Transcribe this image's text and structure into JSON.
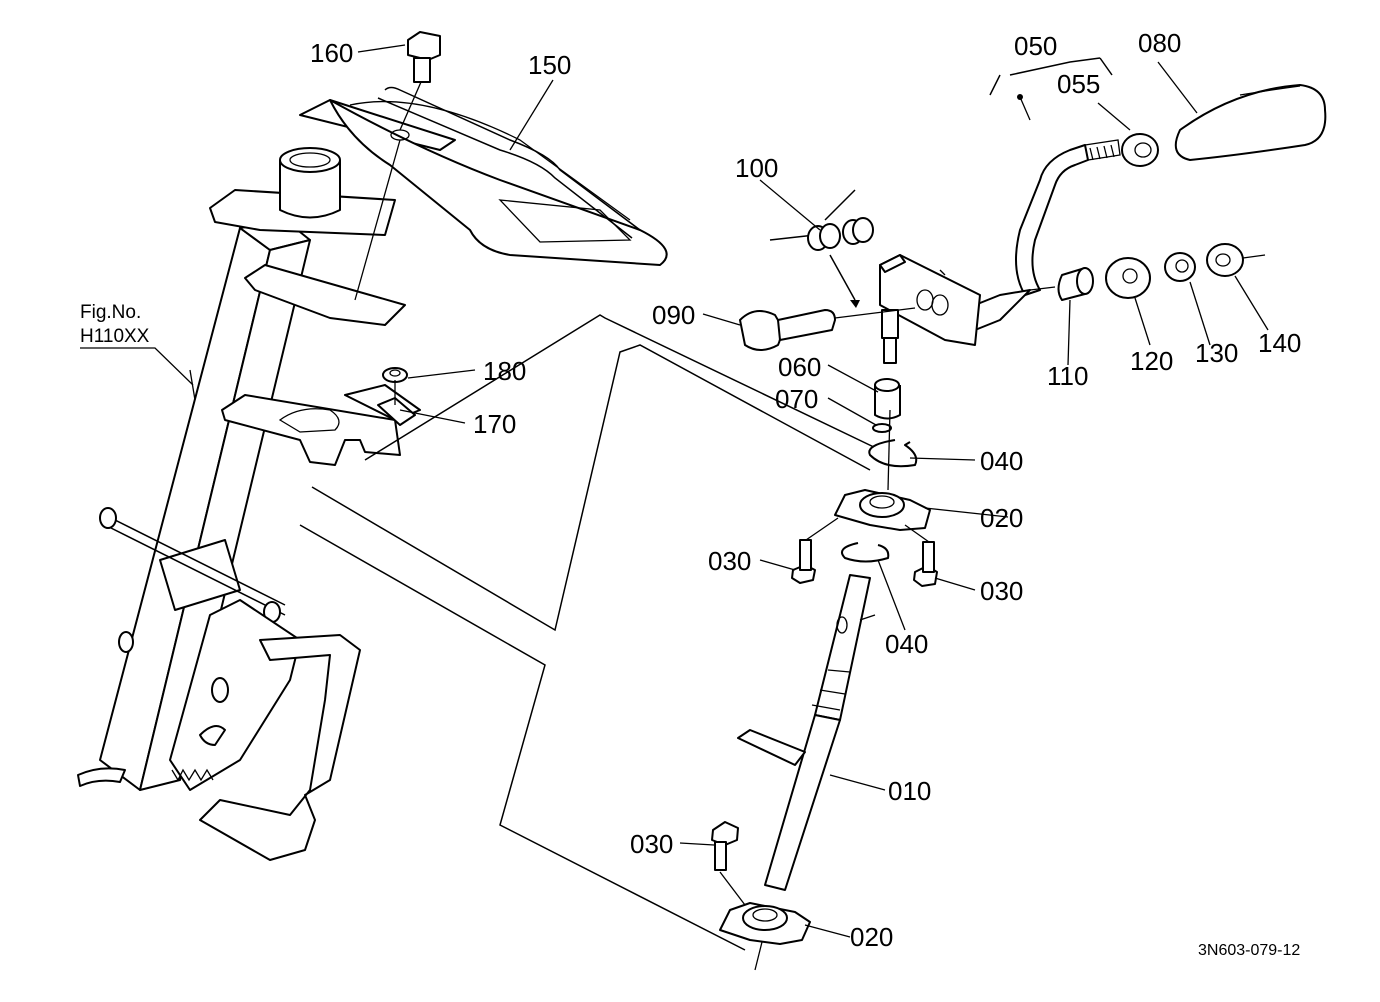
{
  "diagram": {
    "parts": {
      "p010": "010",
      "p020a": "020",
      "p020b": "020",
      "p030a": "030",
      "p030b": "030",
      "p030c": "030",
      "p040a": "040",
      "p040b": "040",
      "p050": "050",
      "p055": "055",
      "p060": "060",
      "p070": "070",
      "p080": "080",
      "p090": "090",
      "p100": "100",
      "p110": "110",
      "p120": "120",
      "p130": "130",
      "p140": "140",
      "p150": "150",
      "p160": "160",
      "p170": "170",
      "p180": "180"
    },
    "figure_ref": {
      "line1": "Fig.No.",
      "line2": "H110XX"
    },
    "drawing_code": "3N603-079-12"
  }
}
